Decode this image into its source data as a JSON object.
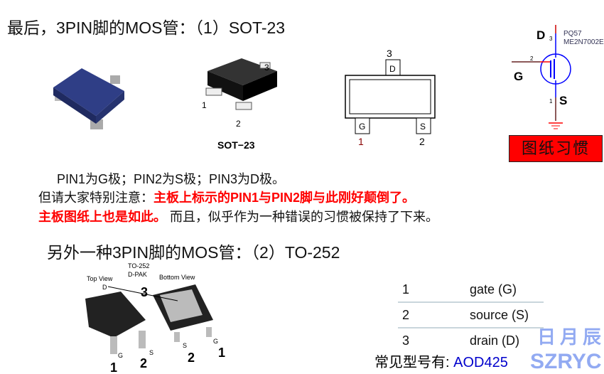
{
  "title": "最后，3PIN脚的MOS管：（1）SOT-23",
  "sot23": {
    "package_label": "SOT−23",
    "pin1": "1",
    "pin2": "2",
    "pin3": "3",
    "outline": {
      "pin3": "3",
      "d": "D",
      "g": "G",
      "s": "S",
      "pin1": "1",
      "pin2": "2"
    }
  },
  "schematic": {
    "d": "D",
    "g": "G",
    "s": "S",
    "pin1": "1",
    "pin2": "2",
    "pin3": "3",
    "ref": "PQ57",
    "part": "ME2N7002E",
    "stamp": "图纸习惯"
  },
  "para": {
    "line1": "PIN1为G极；PIN2为S极；PIN3为D极。",
    "line2_a": "但请大家特别注意：",
    "line2_b": "主板上标示的PIN1与PIN2脚与此刚好颠倒了。",
    "line3_a": "主板图纸上也是如此。",
    "line3_b": "而且，似乎作为一种错误的习惯被保持了下来。"
  },
  "subtitle": "另外一种3PIN脚的MOS管：（2）TO-252",
  "to252": {
    "pkg1": "TO-252",
    "pkg2": "D-PAK",
    "top_view": "Top View",
    "bottom_view": "Bottom View",
    "d": "D",
    "g": "G",
    "s": "S",
    "g2": "G",
    "s2": "S",
    "n3": "3",
    "n1": "1",
    "n2": "2",
    "n2b": "2",
    "n1b": "1"
  },
  "pin_table": [
    {
      "pin": "1",
      "name": "gate (G)"
    },
    {
      "pin": "2",
      "name": "source (S)"
    },
    {
      "pin": "3",
      "name": "drain (D)"
    }
  ],
  "models": {
    "label": "常见型号有: ",
    "value": "AOD425"
  },
  "watermark": {
    "cn": "日月辰",
    "en": "SZRYC"
  },
  "colors": {
    "red": "#ff0000",
    "blue": "#0000cc",
    "watermark": "#7f9cf0"
  }
}
